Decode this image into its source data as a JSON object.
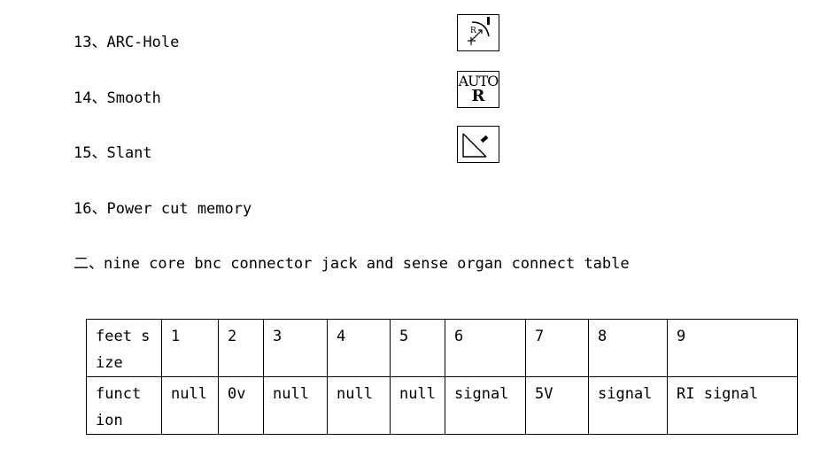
{
  "features": [
    {
      "label": "13、ARC-Hole",
      "icon": "arc-hole-icon"
    },
    {
      "label": "14、Smooth",
      "icon": "auto-r-icon",
      "icon_text_1": "AUTO",
      "icon_text_2": "R"
    },
    {
      "label": "15、Slant",
      "icon": "slant-icon"
    },
    {
      "label": "16、Power cut memory"
    }
  ],
  "section_title": "二、nine core bnc connector jack and sense organ connect table",
  "table": {
    "rows": [
      {
        "header": "feet size",
        "cells": [
          "1",
          "2",
          "3",
          "4",
          "5",
          "6",
          "7",
          "8",
          "9"
        ]
      },
      {
        "header": "funct ion",
        "cells": [
          "null",
          "0v",
          "null",
          "null",
          "null",
          "signal",
          "5V",
          "signal",
          "RI signal"
        ]
      }
    ]
  }
}
